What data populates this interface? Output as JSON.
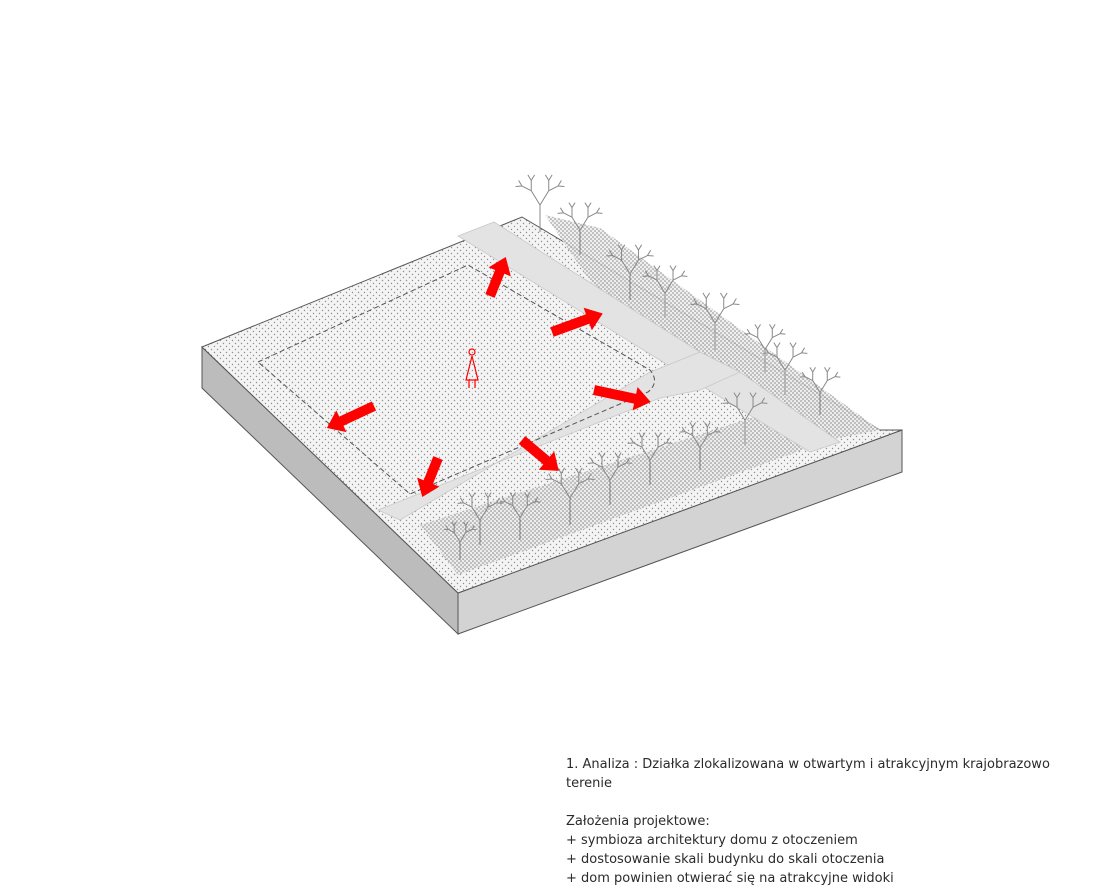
{
  "caption": {
    "analysis": "1. Analiza : Działka zlokalizowana w otwartym i atrakcyjnym krajobrazowo terenie",
    "heading": "Założenia projektowe:",
    "points": [
      "+ symbioza architektury domu z otoczeniem",
      "+ dostosowanie skali budynku do skali otoczenia",
      "+ dom powinien otwierać się na atrakcyjne widoki"
    ]
  },
  "colors": {
    "arrow": "#ff0000",
    "road": "#e3e3e3",
    "plot": "#f3f3f3",
    "side_front": "#d3d3d3",
    "side_left": "#bcbcbc",
    "outline": "#555555",
    "tree": "#888888"
  },
  "icons": {
    "person": "person-symbol-icon",
    "arrows": "view-direction-arrow-icon",
    "trees": "tree-icon"
  }
}
